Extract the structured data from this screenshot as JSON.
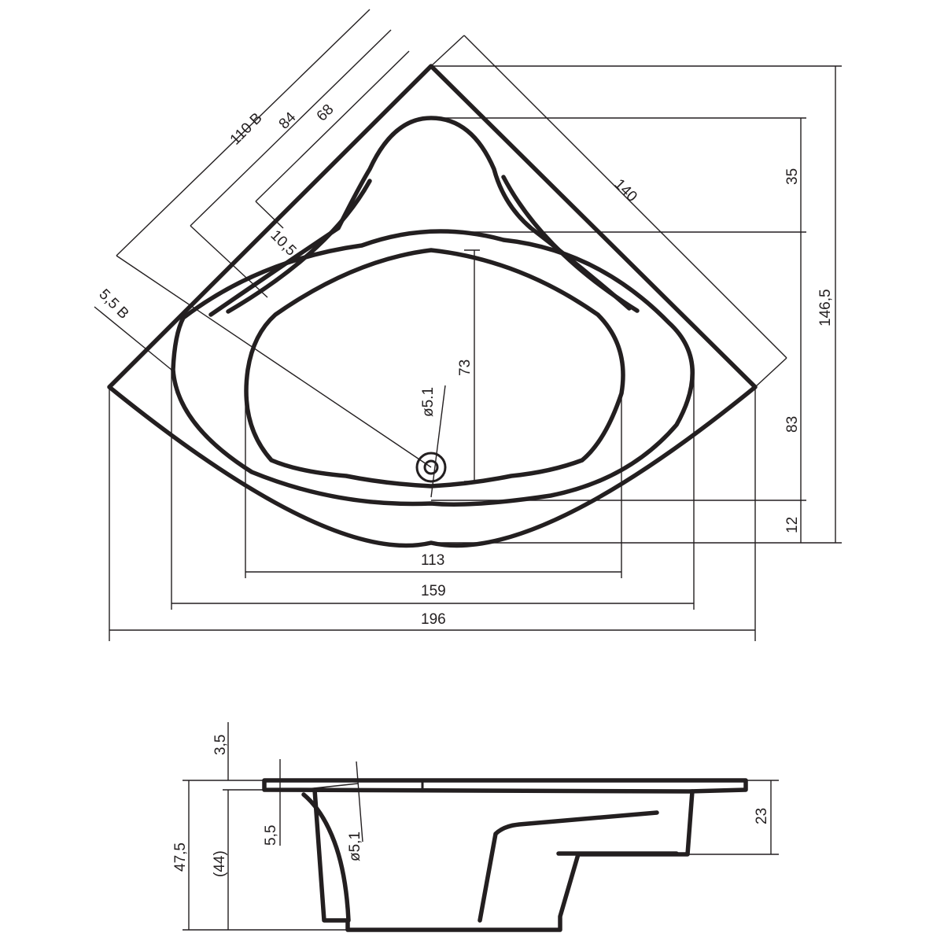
{
  "plan_view": {
    "dimensions": {
      "rim_diagonal": "110 B",
      "seat_diagonal": "84",
      "inner_diagonal": "68",
      "edge_width": "5,5 B",
      "side_length": "140",
      "seat_depth": "35",
      "total_depth": "146,5",
      "inner_depth": "73",
      "front_depth": "83",
      "front_edge": "12",
      "inner_width": "113",
      "mid_width": "159",
      "total_width": "196",
      "drain": "ø5.1",
      "offset": "10,5"
    }
  },
  "section_view": {
    "dimensions": {
      "rim_thickness": "3,5",
      "total_height": "47,5",
      "inner_height": "(44)",
      "edge_offset": "5,5",
      "drain": "ø5,1",
      "seat_height": "23"
    }
  },
  "style": {
    "line_color": "#231f20",
    "background": "#ffffff"
  }
}
